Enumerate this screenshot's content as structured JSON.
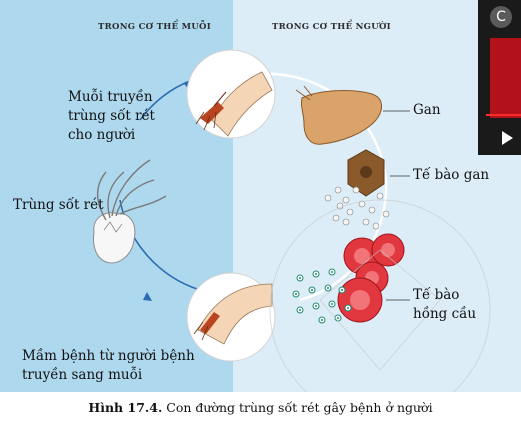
{
  "headers": {
    "left": "TRONG CƠ THỂ MUỖI",
    "right": "TRONG CƠ THỂ NGƯỜI"
  },
  "labels": {
    "mosquito_to_human": [
      "Muỗi truyền",
      "trùng sốt rét",
      "cho người"
    ],
    "parasite": "Trùng sốt rét",
    "liver": "Gan",
    "liver_cell": "Tế bào gan",
    "red_blood_cell": [
      "Tế bào",
      "hồng cầu"
    ],
    "human_to_mosquito": [
      "Mầm bệnh từ người bệnh",
      "truyền sang muỗi"
    ]
  },
  "caption": {
    "figure_number": "Hình 17.4.",
    "text": " Con đường trùng sốt rét gây bệnh ở người"
  },
  "thumbnail": {
    "letter": "C"
  },
  "colors": {
    "left_panel": "#aed8ee",
    "right_panel": "#dcedf8",
    "arrow": "#2b6cb3",
    "blood_cell": "#e0383e",
    "liver": "#d9a36a"
  }
}
